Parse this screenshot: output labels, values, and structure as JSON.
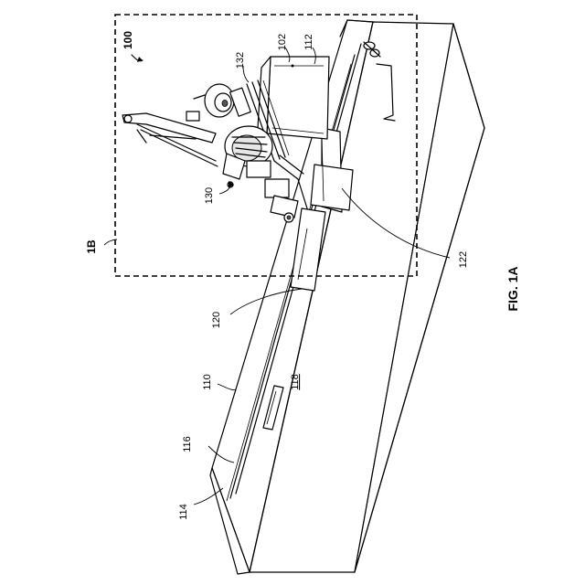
{
  "figure": {
    "caption": "FIG. 1A",
    "detail_ref": "1B",
    "assembly_ref": "100",
    "labels": {
      "r102": "102",
      "r112": "112",
      "r132": "132",
      "r130": "130",
      "r122": "122",
      "r120": "120",
      "r110": "110",
      "r118": "118",
      "r116": "116",
      "r114": "114"
    }
  }
}
